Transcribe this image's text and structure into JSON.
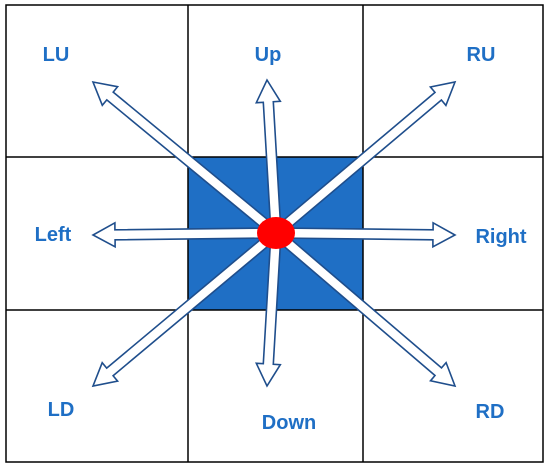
{
  "colors": {
    "grid_line": "#000000",
    "center_cell_fill": "#1f6fc5",
    "arrow_fill": "#ffffff",
    "arrow_outline": "#1f4e8c",
    "center_dot": "#ff0000",
    "label_text": "#1f6fc5"
  },
  "grid": {
    "rows": 3,
    "columns": 3,
    "highlighted_cell": "center"
  },
  "directions": {
    "lu": "LU",
    "up": "Up",
    "ru": "RU",
    "left": "Left",
    "right": "Right",
    "ld": "LD",
    "down": "Down",
    "rd": "RD"
  }
}
